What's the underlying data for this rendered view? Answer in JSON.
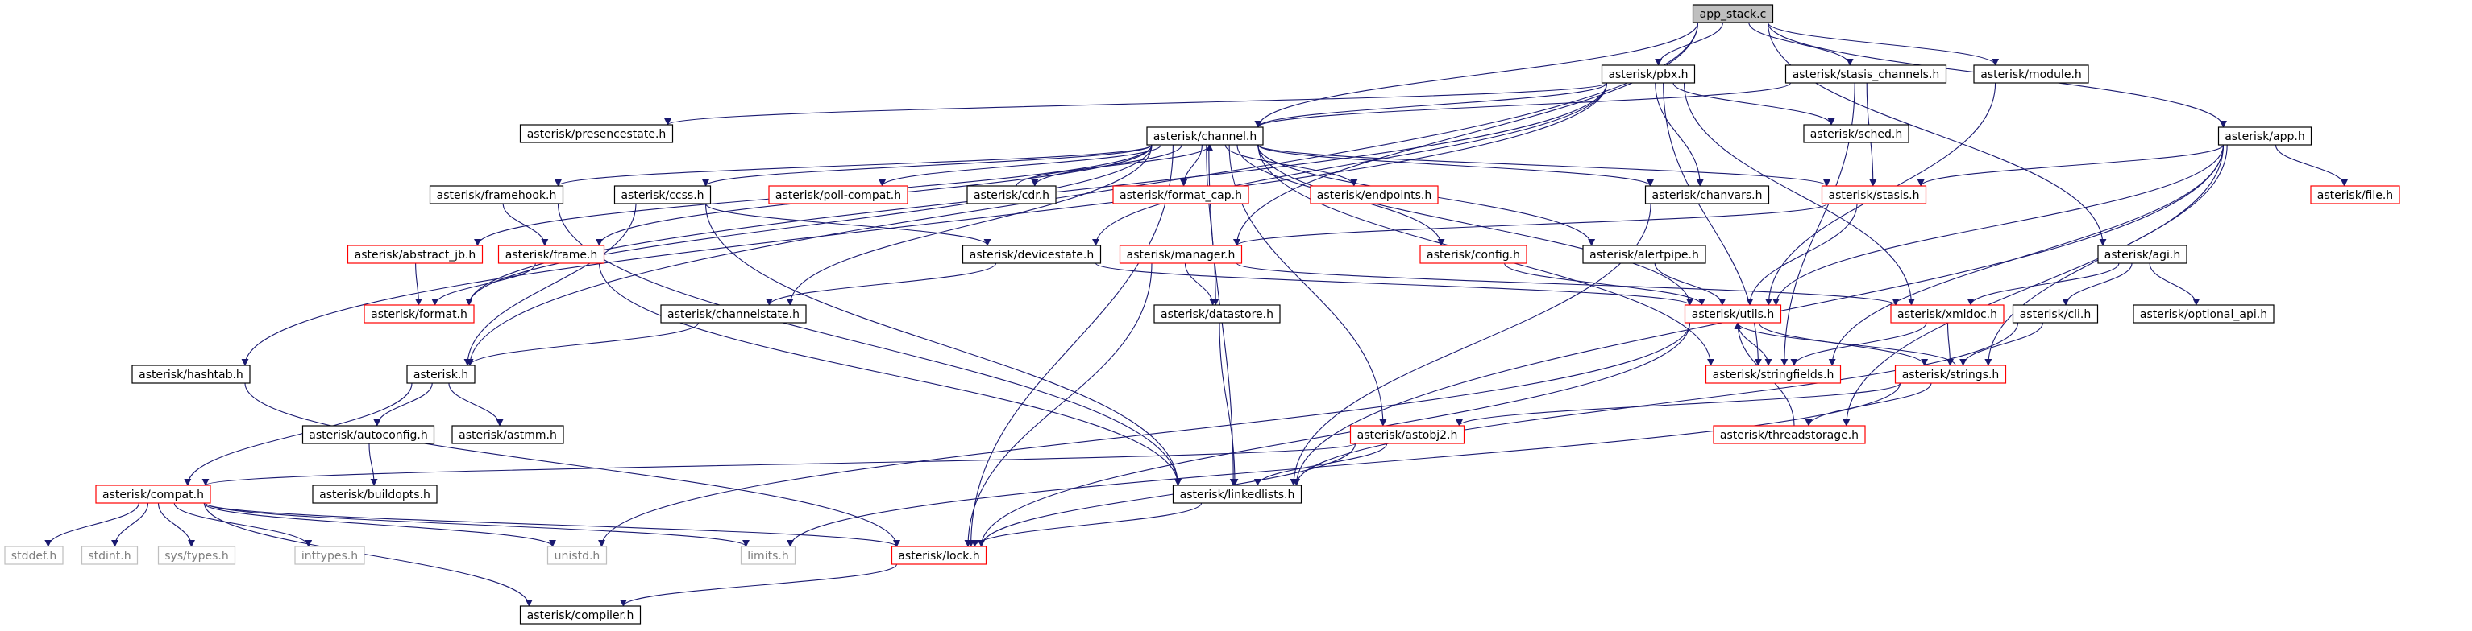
{
  "diagram": {
    "colors": {
      "edge": "#191970",
      "root_fill": "#bfbfbf",
      "node_border": "#000000",
      "truncated_border": "#ff0000",
      "system_border": "#bfbfbf",
      "system_text": "#7f7f7f",
      "text": "#000000"
    },
    "nodes": [
      {
        "id": "app_stack_c",
        "label": "app_stack.c",
        "kind": "root"
      },
      {
        "id": "pbx_h",
        "label": "asterisk/pbx.h",
        "kind": "normal"
      },
      {
        "id": "stasis_channels_h",
        "label": "asterisk/stasis_channels.h",
        "kind": "normal"
      },
      {
        "id": "module_h",
        "label": "asterisk/module.h",
        "kind": "normal"
      },
      {
        "id": "presencestate_h",
        "label": "asterisk/presencestate.h",
        "kind": "normal"
      },
      {
        "id": "channel_h",
        "label": "asterisk/channel.h",
        "kind": "normal"
      },
      {
        "id": "sched_h",
        "label": "asterisk/sched.h",
        "kind": "normal"
      },
      {
        "id": "app_h",
        "label": "asterisk/app.h",
        "kind": "normal"
      },
      {
        "id": "framehook_h",
        "label": "asterisk/framehook.h",
        "kind": "normal"
      },
      {
        "id": "ccss_h",
        "label": "asterisk/ccss.h",
        "kind": "normal"
      },
      {
        "id": "poll_compat_h",
        "label": "asterisk/poll-compat.h",
        "kind": "truncated"
      },
      {
        "id": "cdr_h",
        "label": "asterisk/cdr.h",
        "kind": "normal"
      },
      {
        "id": "format_cap_h",
        "label": "asterisk/format_cap.h",
        "kind": "truncated"
      },
      {
        "id": "endpoints_h",
        "label": "asterisk/endpoints.h",
        "kind": "truncated"
      },
      {
        "id": "chanvars_h",
        "label": "asterisk/chanvars.h",
        "kind": "normal"
      },
      {
        "id": "stasis_h",
        "label": "asterisk/stasis.h",
        "kind": "truncated"
      },
      {
        "id": "file_h",
        "label": "asterisk/file.h",
        "kind": "truncated"
      },
      {
        "id": "abstract_jb_h",
        "label": "asterisk/abstract_jb.h",
        "kind": "truncated"
      },
      {
        "id": "frame_h",
        "label": "asterisk/frame.h",
        "kind": "truncated"
      },
      {
        "id": "devicestate_h",
        "label": "asterisk/devicestate.h",
        "kind": "normal"
      },
      {
        "id": "manager_h",
        "label": "asterisk/manager.h",
        "kind": "truncated"
      },
      {
        "id": "config_h",
        "label": "asterisk/config.h",
        "kind": "truncated"
      },
      {
        "id": "alertpipe_h",
        "label": "asterisk/alertpipe.h",
        "kind": "normal"
      },
      {
        "id": "agi_h",
        "label": "asterisk/agi.h",
        "kind": "normal"
      },
      {
        "id": "format_h",
        "label": "asterisk/format.h",
        "kind": "truncated"
      },
      {
        "id": "channelstate_h",
        "label": "asterisk/channelstate.h",
        "kind": "normal"
      },
      {
        "id": "datastore_h",
        "label": "asterisk/datastore.h",
        "kind": "normal"
      },
      {
        "id": "utils_h",
        "label": "asterisk/utils.h",
        "kind": "truncated"
      },
      {
        "id": "xmldoc_h",
        "label": "asterisk/xmldoc.h",
        "kind": "truncated"
      },
      {
        "id": "cli_h",
        "label": "asterisk/cli.h",
        "kind": "normal"
      },
      {
        "id": "optional_api_h",
        "label": "asterisk/optional_api.h",
        "kind": "normal"
      },
      {
        "id": "hashtab_h",
        "label": "asterisk/hashtab.h",
        "kind": "normal"
      },
      {
        "id": "asterisk_h",
        "label": "asterisk.h",
        "kind": "normal"
      },
      {
        "id": "stringfields_h",
        "label": "asterisk/stringfields.h",
        "kind": "truncated"
      },
      {
        "id": "strings_h",
        "label": "asterisk/strings.h",
        "kind": "truncated"
      },
      {
        "id": "autoconfig_h",
        "label": "asterisk/autoconfig.h",
        "kind": "normal"
      },
      {
        "id": "astmm_h",
        "label": "asterisk/astmm.h",
        "kind": "normal"
      },
      {
        "id": "astobj2_h",
        "label": "asterisk/astobj2.h",
        "kind": "truncated"
      },
      {
        "id": "threadstorage_h",
        "label": "asterisk/threadstorage.h",
        "kind": "truncated"
      },
      {
        "id": "compat_h",
        "label": "asterisk/compat.h",
        "kind": "truncated"
      },
      {
        "id": "buildopts_h",
        "label": "asterisk/buildopts.h",
        "kind": "normal"
      },
      {
        "id": "linkedlists_h",
        "label": "asterisk/linkedlists.h",
        "kind": "normal"
      },
      {
        "id": "stddef_h",
        "label": "stddef.h",
        "kind": "system"
      },
      {
        "id": "stdint_h",
        "label": "stdint.h",
        "kind": "system"
      },
      {
        "id": "sys_types_h",
        "label": "sys/types.h",
        "kind": "system"
      },
      {
        "id": "inttypes_h",
        "label": "inttypes.h",
        "kind": "system"
      },
      {
        "id": "unistd_h",
        "label": "unistd.h",
        "kind": "system"
      },
      {
        "id": "limits_h",
        "label": "limits.h",
        "kind": "system"
      },
      {
        "id": "lock_h",
        "label": "asterisk/lock.h",
        "kind": "truncated"
      },
      {
        "id": "compiler_h",
        "label": "asterisk/compiler.h",
        "kind": "normal"
      }
    ],
    "edges": [
      [
        "app_stack_c",
        "pbx_h"
      ],
      [
        "app_stack_c",
        "stasis_channels_h"
      ],
      [
        "app_stack_c",
        "module_h"
      ],
      [
        "app_stack_c",
        "app_h"
      ],
      [
        "app_stack_c",
        "channel_h"
      ],
      [
        "app_stack_c",
        "manager_h"
      ],
      [
        "app_stack_c",
        "agi_h"
      ],
      [
        "app_stack_c",
        "asterisk_h"
      ],
      [
        "pbx_h",
        "presencestate_h"
      ],
      [
        "pbx_h",
        "channel_h"
      ],
      [
        "pbx_h",
        "sched_h"
      ],
      [
        "pbx_h",
        "devicestate_h"
      ],
      [
        "pbx_h",
        "chanvars_h"
      ],
      [
        "pbx_h",
        "hashtab_h"
      ],
      [
        "pbx_h",
        "stringfields_h"
      ],
      [
        "pbx_h",
        "xmldoc_h"
      ],
      [
        "pbx_h",
        "format_h"
      ],
      [
        "stasis_channels_h",
        "channel_h"
      ],
      [
        "stasis_channels_h",
        "stasis_h"
      ],
      [
        "stasis_channels_h",
        "stringfields_h"
      ],
      [
        "module_h",
        "utils_h"
      ],
      [
        "channel_h",
        "framehook_h"
      ],
      [
        "channel_h",
        "ccss_h"
      ],
      [
        "channel_h",
        "poll_compat_h"
      ],
      [
        "channel_h",
        "cdr_h"
      ],
      [
        "channel_h",
        "format_cap_h"
      ],
      [
        "channel_h",
        "endpoints_h"
      ],
      [
        "channel_h",
        "chanvars_h"
      ],
      [
        "channel_h",
        "stasis_h"
      ],
      [
        "channel_h",
        "abstract_jb_h"
      ],
      [
        "channel_h",
        "frame_h"
      ],
      [
        "channel_h",
        "config_h"
      ],
      [
        "channel_h",
        "alertpipe_h"
      ],
      [
        "channel_h",
        "format_h"
      ],
      [
        "channel_h",
        "channelstate_h"
      ],
      [
        "channel_h",
        "datastore_h"
      ],
      [
        "channel_h",
        "utils_h"
      ],
      [
        "channel_h",
        "stringfields_h"
      ],
      [
        "channel_h",
        "astobj2_h"
      ],
      [
        "channel_h",
        "linkedlists_h"
      ],
      [
        "channel_h",
        "lock_h"
      ],
      [
        "cdr_h",
        "channel_h"
      ],
      [
        "app_h",
        "stasis_h"
      ],
      [
        "app_h",
        "file_h"
      ],
      [
        "app_h",
        "utils_h"
      ],
      [
        "app_h",
        "strings_h"
      ],
      [
        "app_h",
        "stringfields_h"
      ],
      [
        "app_h",
        "threadstorage_h"
      ],
      [
        "app_h",
        "linkedlists_h"
      ],
      [
        "framehook_h",
        "frame_h"
      ],
      [
        "framehook_h",
        "linkedlists_h"
      ],
      [
        "ccss_h",
        "devicestate_h"
      ],
      [
        "ccss_h",
        "asterisk_h"
      ],
      [
        "ccss_h",
        "linkedlists_h"
      ],
      [
        "chanvars_h",
        "linkedlists_h"
      ],
      [
        "stasis_h",
        "utils_h"
      ],
      [
        "stasis_h",
        "manager_h"
      ],
      [
        "abstract_jb_h",
        "format_h"
      ],
      [
        "frame_h",
        "format_h"
      ],
      [
        "frame_h",
        "linkedlists_h"
      ],
      [
        "devicestate_h",
        "channelstate_h"
      ],
      [
        "devicestate_h",
        "utils_h"
      ],
      [
        "manager_h",
        "datastore_h"
      ],
      [
        "manager_h",
        "xmldoc_h"
      ],
      [
        "manager_h",
        "lock_h"
      ],
      [
        "config_h",
        "utils_h"
      ],
      [
        "alertpipe_h",
        "utils_h"
      ],
      [
        "agi_h",
        "cli_h"
      ],
      [
        "agi_h",
        "optional_api_h"
      ],
      [
        "agi_h",
        "xmldoc_h"
      ],
      [
        "channelstate_h",
        "asterisk_h"
      ],
      [
        "datastore_h",
        "linkedlists_h"
      ],
      [
        "utils_h",
        "stringfields_h"
      ],
      [
        "utils_h",
        "strings_h"
      ],
      [
        "utils_h",
        "lock_h"
      ],
      [
        "utils_h",
        "unistd_h"
      ],
      [
        "xmldoc_h",
        "stringfields_h"
      ],
      [
        "xmldoc_h",
        "strings_h"
      ],
      [
        "cli_h",
        "strings_h"
      ],
      [
        "cli_h",
        "linkedlists_h"
      ],
      [
        "hashtab_h",
        "lock_h"
      ],
      [
        "asterisk_h",
        "compat_h"
      ],
      [
        "asterisk_h",
        "autoconfig_h"
      ],
      [
        "asterisk_h",
        "astmm_h"
      ],
      [
        "strings_h",
        "utils_h"
      ],
      [
        "strings_h",
        "astobj2_h"
      ],
      [
        "strings_h",
        "threadstorage_h"
      ],
      [
        "strings_h",
        "limits_h"
      ],
      [
        "autoconfig_h",
        "buildopts_h"
      ],
      [
        "astobj2_h",
        "compat_h"
      ],
      [
        "astobj2_h",
        "linkedlists_h"
      ],
      [
        "astobj2_h",
        "lock_h"
      ],
      [
        "threadstorage_h",
        "utils_h"
      ],
      [
        "compat_h",
        "stddef_h"
      ],
      [
        "compat_h",
        "stdint_h"
      ],
      [
        "compat_h",
        "sys_types_h"
      ],
      [
        "compat_h",
        "inttypes_h"
      ],
      [
        "compat_h",
        "unistd_h"
      ],
      [
        "compat_h",
        "limits_h"
      ],
      [
        "compat_h",
        "compiler_h"
      ],
      [
        "compat_h",
        "lock_h"
      ],
      [
        "linkedlists_h",
        "lock_h"
      ],
      [
        "lock_h",
        "compiler_h"
      ]
    ]
  }
}
